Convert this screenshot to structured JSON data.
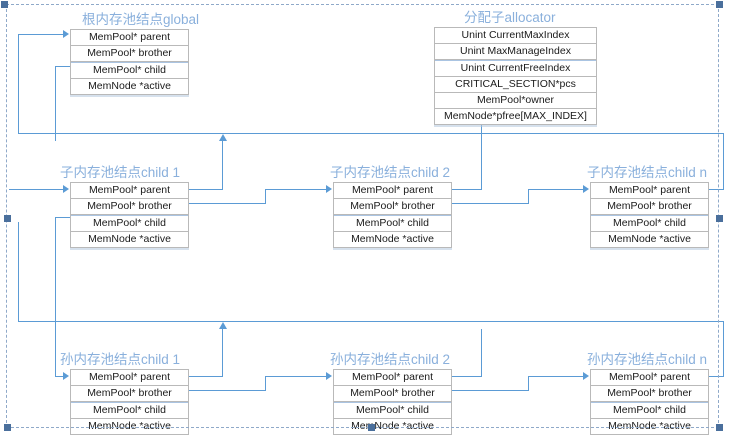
{
  "diagram": {
    "title_root": "根内存池结点global",
    "pool_fields": [
      "MemPool* parent",
      "MemPool* brother",
      "MemPool* child",
      "MemNode *active"
    ],
    "allocator": {
      "title": "分配子allocator",
      "fields": [
        "Unint CurrentMaxIndex",
        "Unint MaxManageIndex",
        "Unint CurrentFreeIndex",
        "CRITICAL_SECTION*pcs",
        "MemPool*owner",
        "MemNode*pfree[MAX_INDEX]"
      ]
    },
    "children": [
      {
        "title": "子内存池结点child 1"
      },
      {
        "title": "子内存池结点child 2"
      },
      {
        "title": "子内存池结点child n"
      }
    ],
    "grandchildren": [
      {
        "title": "孙内存池结点child 1"
      },
      {
        "title": "孙内存池结点child 2"
      },
      {
        "title": "孙内存池结点child n"
      }
    ],
    "colors": {
      "connector": "#5b9bd5",
      "title_text": "#8ab0dc",
      "box_border": "#b9b9b9",
      "selection": "#8fa9c9",
      "handle": "#4a6f9c"
    }
  }
}
